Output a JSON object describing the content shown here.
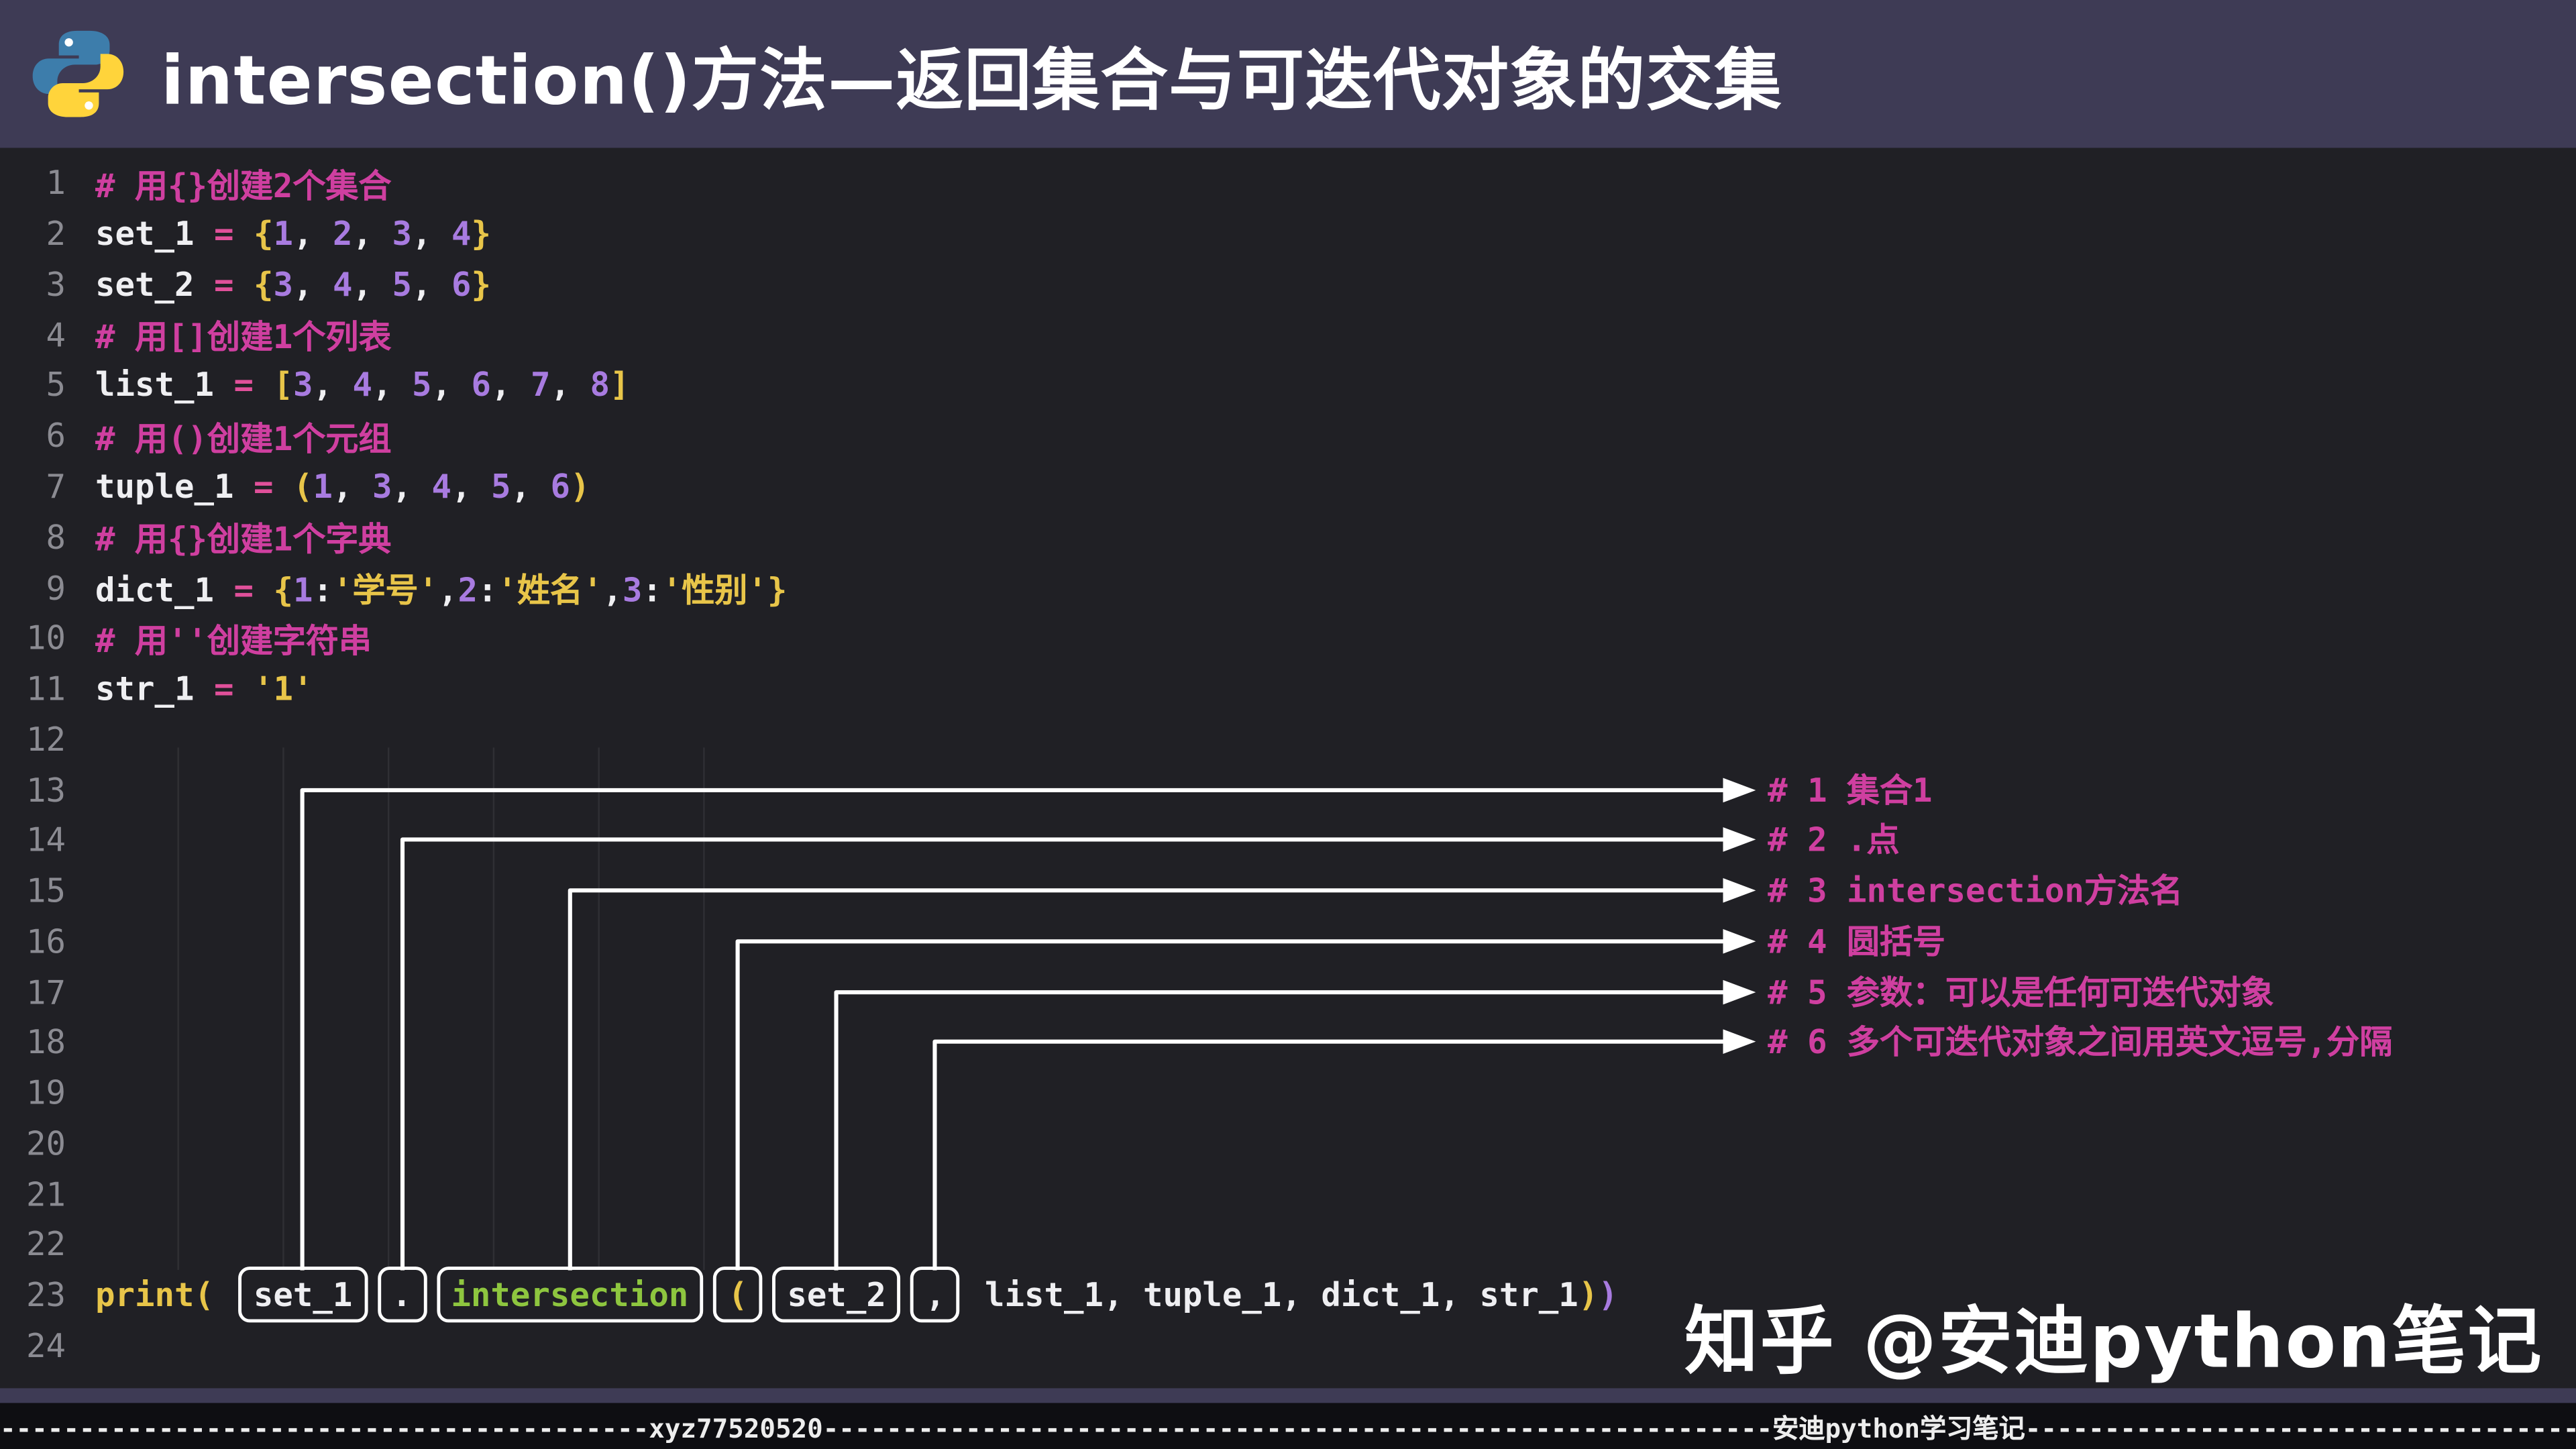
{
  "header": {
    "title": "intersection()方法—返回集合与可迭代对象的交集"
  },
  "colors": {
    "header_bg": "#3e3b55",
    "code_bg": "#202025",
    "comment": "#cf3fa0",
    "brace": "#e8c549",
    "number": "#a87be0",
    "string": "#e8c549",
    "method_green": "#8ec63f",
    "connector": "#ffffff"
  },
  "code": {
    "lines": [
      {
        "n": 1,
        "tokens": [
          {
            "t": "# 用{}创建2个集合",
            "c": "comment"
          }
        ]
      },
      {
        "n": 2,
        "tokens": [
          {
            "t": "set_1",
            "c": "var"
          },
          {
            "t": " ",
            "c": "plain"
          },
          {
            "t": "=",
            "c": "op"
          },
          {
            "t": " ",
            "c": "plain"
          },
          {
            "t": "{",
            "c": "brace"
          },
          {
            "t": "1",
            "c": "num"
          },
          {
            "t": ", ",
            "c": "plain"
          },
          {
            "t": "2",
            "c": "num"
          },
          {
            "t": ", ",
            "c": "plain"
          },
          {
            "t": "3",
            "c": "num"
          },
          {
            "t": ", ",
            "c": "plain"
          },
          {
            "t": "4",
            "c": "num"
          },
          {
            "t": "}",
            "c": "brace"
          }
        ]
      },
      {
        "n": 3,
        "tokens": [
          {
            "t": "set_2",
            "c": "var"
          },
          {
            "t": " ",
            "c": "plain"
          },
          {
            "t": "=",
            "c": "op"
          },
          {
            "t": " ",
            "c": "plain"
          },
          {
            "t": "{",
            "c": "brace"
          },
          {
            "t": "3",
            "c": "num"
          },
          {
            "t": ", ",
            "c": "plain"
          },
          {
            "t": "4",
            "c": "num"
          },
          {
            "t": ", ",
            "c": "plain"
          },
          {
            "t": "5",
            "c": "num"
          },
          {
            "t": ", ",
            "c": "plain"
          },
          {
            "t": "6",
            "c": "num"
          },
          {
            "t": "}",
            "c": "brace"
          }
        ]
      },
      {
        "n": 4,
        "tokens": [
          {
            "t": "# 用[]创建1个列表",
            "c": "comment"
          }
        ]
      },
      {
        "n": 5,
        "tokens": [
          {
            "t": "list_1",
            "c": "var"
          },
          {
            "t": " ",
            "c": "plain"
          },
          {
            "t": "=",
            "c": "op"
          },
          {
            "t": " ",
            "c": "plain"
          },
          {
            "t": "[",
            "c": "brace"
          },
          {
            "t": "3",
            "c": "num"
          },
          {
            "t": ", ",
            "c": "plain"
          },
          {
            "t": "4",
            "c": "num"
          },
          {
            "t": ", ",
            "c": "plain"
          },
          {
            "t": "5",
            "c": "num"
          },
          {
            "t": ", ",
            "c": "plain"
          },
          {
            "t": "6",
            "c": "num"
          },
          {
            "t": ", ",
            "c": "plain"
          },
          {
            "t": "7",
            "c": "num"
          },
          {
            "t": ", ",
            "c": "plain"
          },
          {
            "t": "8",
            "c": "num"
          },
          {
            "t": "]",
            "c": "brace"
          }
        ]
      },
      {
        "n": 6,
        "tokens": [
          {
            "t": "# 用()创建1个元组",
            "c": "comment"
          }
        ]
      },
      {
        "n": 7,
        "tokens": [
          {
            "t": "tuple_1",
            "c": "var"
          },
          {
            "t": " ",
            "c": "plain"
          },
          {
            "t": "=",
            "c": "op"
          },
          {
            "t": " ",
            "c": "plain"
          },
          {
            "t": "(",
            "c": "brace"
          },
          {
            "t": "1",
            "c": "num"
          },
          {
            "t": ", ",
            "c": "plain"
          },
          {
            "t": "3",
            "c": "num"
          },
          {
            "t": ", ",
            "c": "plain"
          },
          {
            "t": "4",
            "c": "num"
          },
          {
            "t": ", ",
            "c": "plain"
          },
          {
            "t": "5",
            "c": "num"
          },
          {
            "t": ", ",
            "c": "plain"
          },
          {
            "t": "6",
            "c": "num"
          },
          {
            "t": ")",
            "c": "brace"
          }
        ]
      },
      {
        "n": 8,
        "tokens": [
          {
            "t": "# 用{}创建1个字典",
            "c": "comment"
          }
        ]
      },
      {
        "n": 9,
        "tokens": [
          {
            "t": "dict_1",
            "c": "var"
          },
          {
            "t": " ",
            "c": "plain"
          },
          {
            "t": "=",
            "c": "op"
          },
          {
            "t": " ",
            "c": "plain"
          },
          {
            "t": "{",
            "c": "brace"
          },
          {
            "t": "1",
            "c": "num"
          },
          {
            "t": ":",
            "c": "plain"
          },
          {
            "t": "'学号'",
            "c": "str"
          },
          {
            "t": ",",
            "c": "plain"
          },
          {
            "t": "2",
            "c": "num"
          },
          {
            "t": ":",
            "c": "plain"
          },
          {
            "t": "'姓名'",
            "c": "str"
          },
          {
            "t": ",",
            "c": "plain"
          },
          {
            "t": "3",
            "c": "num"
          },
          {
            "t": ":",
            "c": "plain"
          },
          {
            "t": "'性别'",
            "c": "str"
          },
          {
            "t": "}",
            "c": "brace"
          }
        ]
      },
      {
        "n": 10,
        "tokens": [
          {
            "t": "# 用''创建字符串",
            "c": "comment"
          }
        ]
      },
      {
        "n": 11,
        "tokens": [
          {
            "t": "str_1",
            "c": "var"
          },
          {
            "t": " ",
            "c": "plain"
          },
          {
            "t": "=",
            "c": "op"
          },
          {
            "t": " ",
            "c": "plain"
          },
          {
            "t": "'1'",
            "c": "str"
          }
        ]
      },
      {
        "n": 12,
        "tokens": []
      },
      {
        "n": 13,
        "tokens": []
      },
      {
        "n": 14,
        "tokens": []
      },
      {
        "n": 15,
        "tokens": []
      },
      {
        "n": 16,
        "tokens": []
      },
      {
        "n": 17,
        "tokens": []
      },
      {
        "n": 18,
        "tokens": []
      },
      {
        "n": 19,
        "tokens": []
      },
      {
        "n": 20,
        "tokens": []
      },
      {
        "n": 21,
        "tokens": []
      },
      {
        "n": 22,
        "tokens": []
      },
      {
        "n": 23,
        "tokens": [
          {
            "t": "print",
            "c": "func"
          },
          {
            "t": "(",
            "c": "brace"
          },
          {
            "t": " ",
            "c": "plain"
          },
          {
            "t": "set_1",
            "c": "var",
            "box": true
          },
          {
            "t": ".",
            "c": "plain",
            "box": true
          },
          {
            "t": "intersection",
            "c": "green",
            "box": true
          },
          {
            "t": "(",
            "c": "brace",
            "box": true
          },
          {
            "t": "set_2",
            "c": "var",
            "box": true
          },
          {
            "t": ",",
            "c": "plain",
            "box": true
          },
          {
            "t": " ",
            "c": "plain"
          },
          {
            "t": "list_1",
            "c": "var"
          },
          {
            "t": ", ",
            "c": "plain"
          },
          {
            "t": "tuple_1",
            "c": "var"
          },
          {
            "t": ", ",
            "c": "plain"
          },
          {
            "t": "dict_1",
            "c": "var"
          },
          {
            "t": ", ",
            "c": "plain"
          },
          {
            "t": "str_1",
            "c": "var"
          },
          {
            "t": ")",
            "c": "brace"
          },
          {
            "t": ")",
            "c": "num"
          }
        ]
      },
      {
        "n": 24,
        "tokens": []
      }
    ]
  },
  "annotations": [
    {
      "label": "# 1 集合1"
    },
    {
      "label": "# 2 .点"
    },
    {
      "label": "# 3 intersection方法名"
    },
    {
      "label": "# 4 圆括号"
    },
    {
      "label": "# 5 参数：可以是任何可迭代对象"
    },
    {
      "label": "# 6 多个可迭代对象之间用英文逗号,分隔"
    }
  ],
  "watermark": {
    "text": "知乎 @安迪python笔记"
  },
  "footer": {
    "text": "-----------------------------------------xyz77520520------------------------------------------------------------安迪python学习笔记----------------------------------------------"
  }
}
